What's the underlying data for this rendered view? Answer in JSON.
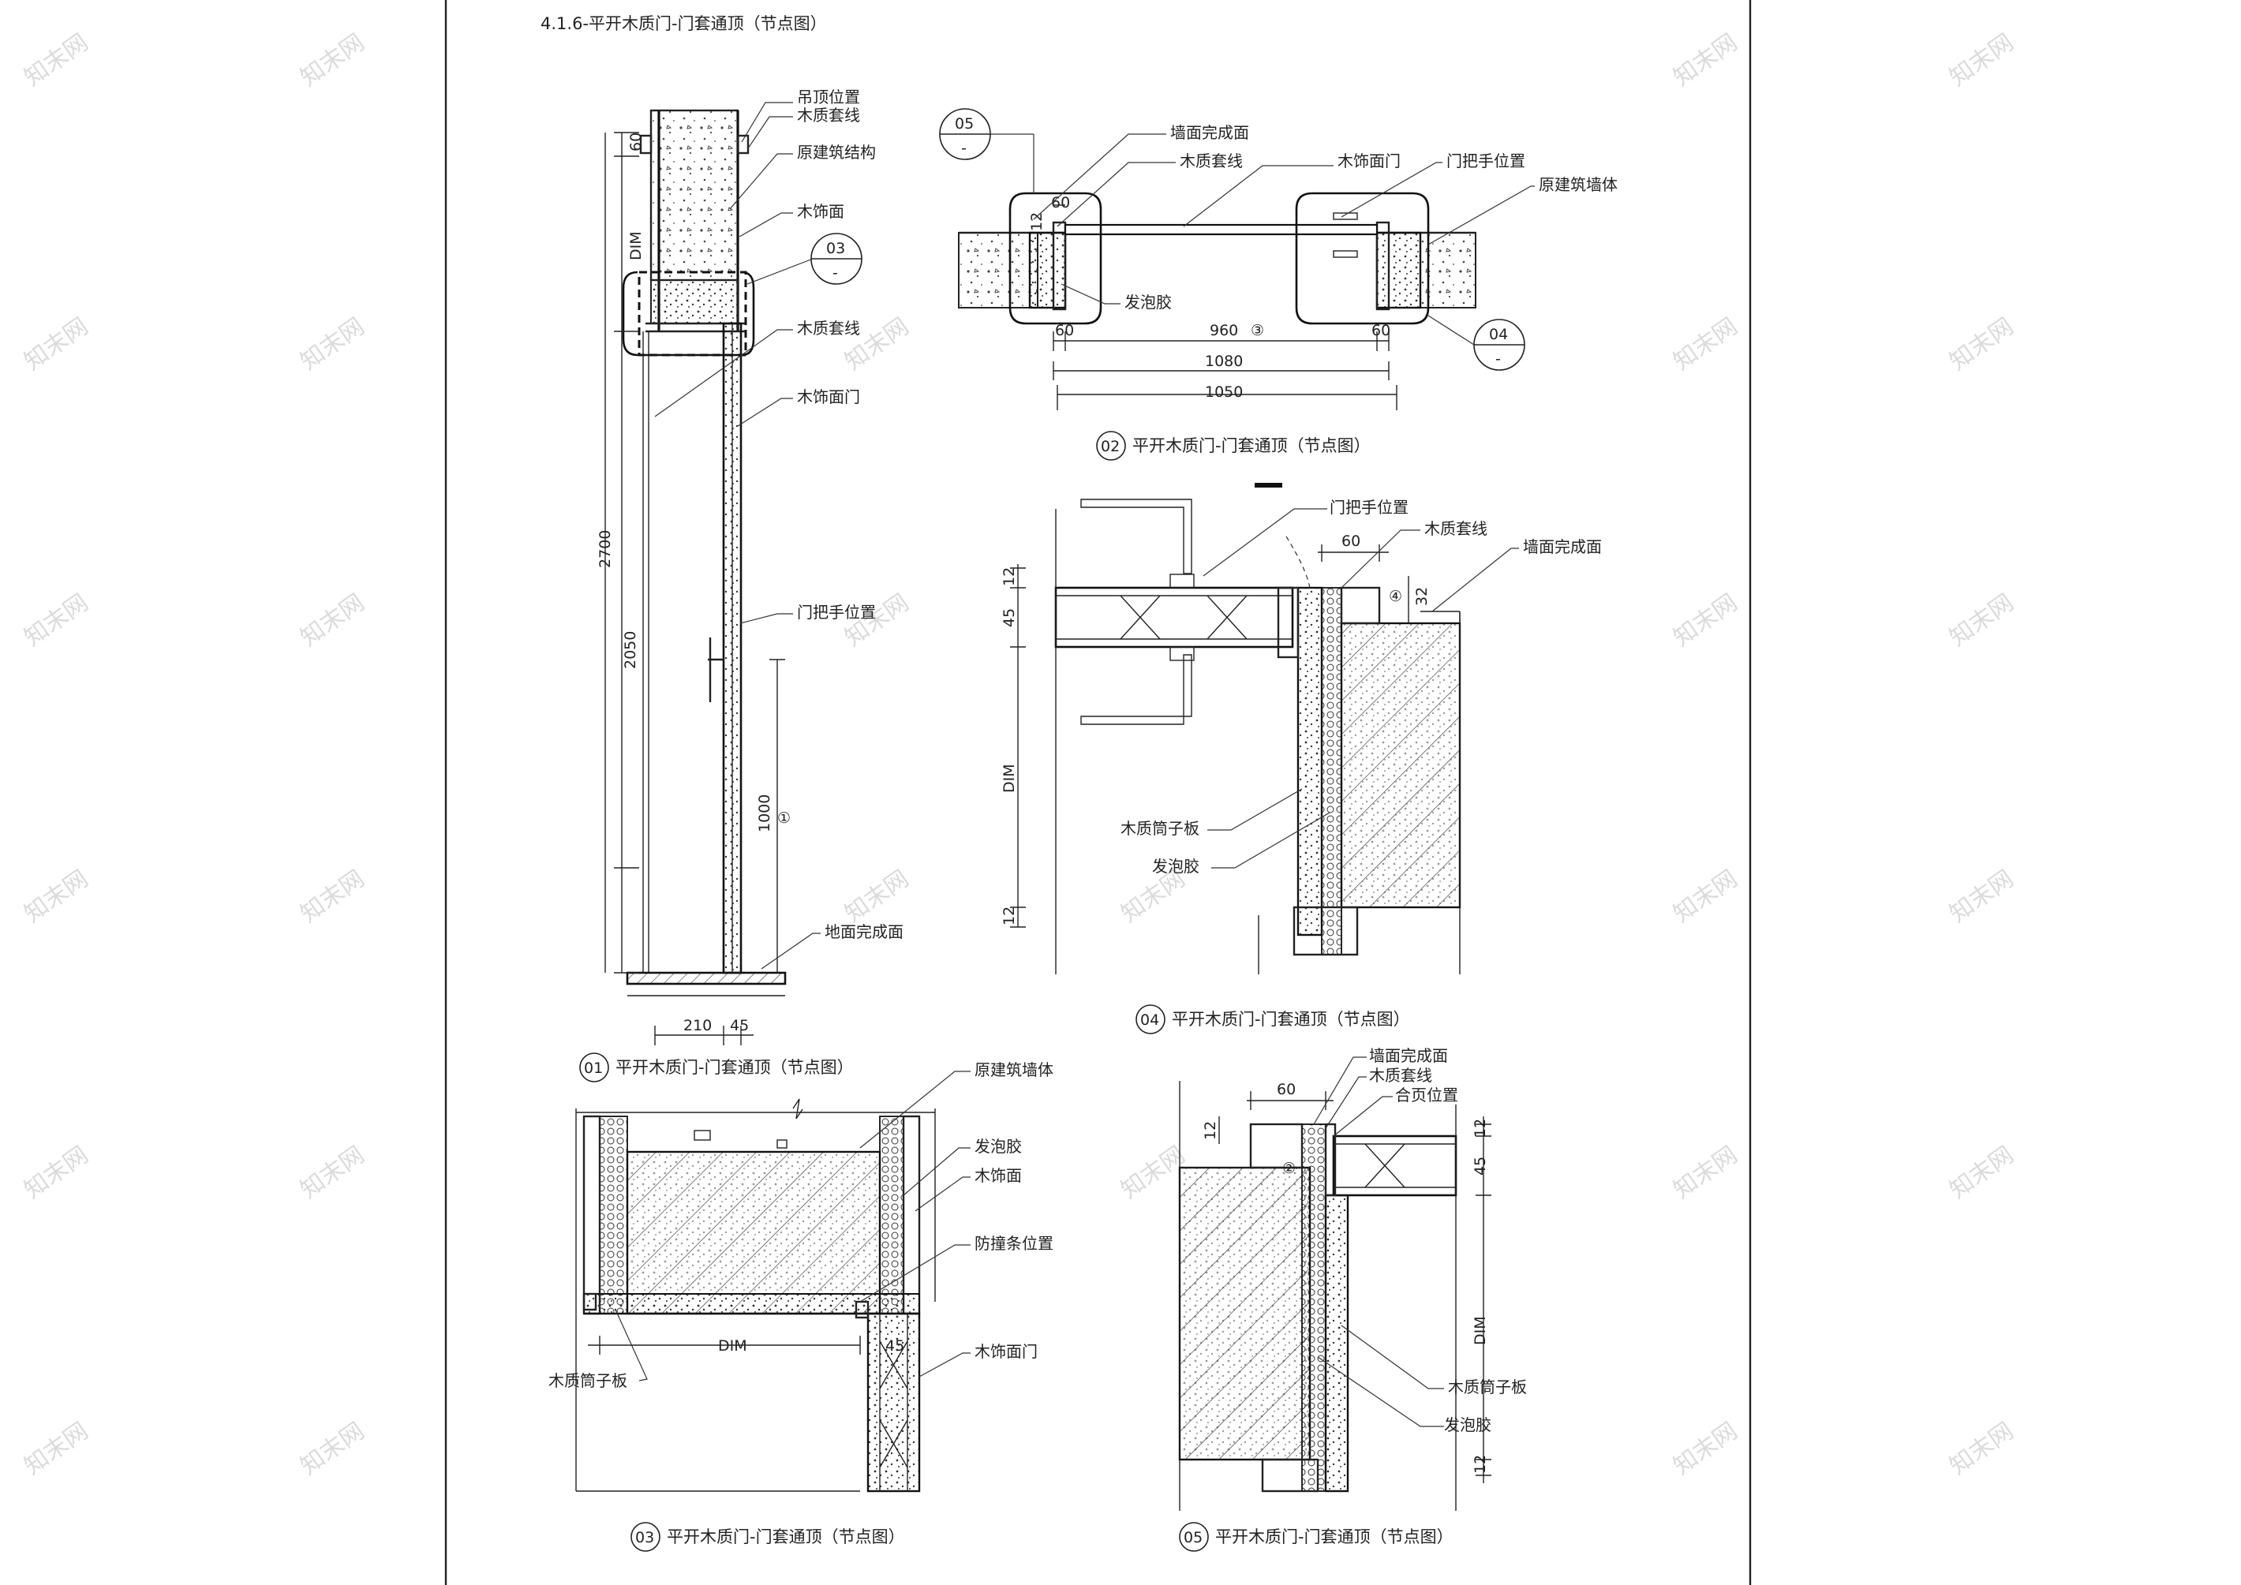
{
  "sheet": {
    "title": "4.1.6-平开木质门-门套通顶（节点图）"
  },
  "detail01": {
    "caption_no": "01",
    "caption": "平开木质门-门套通顶（节点图）",
    "labels": {
      "ceiling": "吊顶位置",
      "casing_top": "木质套线",
      "structure": "原建筑结构",
      "veneer": "木饰面",
      "casing": "木质套线",
      "door": "木饰面门",
      "handle": "门把手位置",
      "floor": "地面完成面"
    },
    "bubble": {
      "number": "03",
      "sheet": "-"
    },
    "dims": {
      "d60": "60",
      "dim": "DIM",
      "d2700": "2700",
      "d2050": "2050",
      "d1000": "1000",
      "mark1": "①",
      "d210": "210",
      "d45": "45"
    }
  },
  "detail02": {
    "caption_no": "02",
    "caption": "平开木质门-门套通顶（节点图）",
    "labels": {
      "wall_finish": "墙面完成面",
      "casing": "木质套线",
      "door": "木饰面门",
      "handle": "门把手位置",
      "wall": "原建筑墙体",
      "foam": "发泡胶"
    },
    "bubble_left": {
      "number": "05",
      "sheet": "-"
    },
    "bubble_right": {
      "number": "04",
      "sheet": "-"
    },
    "dims": {
      "d60a": "60",
      "d12": "12",
      "d60b": "60",
      "d960": "960",
      "mark3": "③",
      "d60c": "60",
      "d1080": "1080",
      "d1050": "1050"
    }
  },
  "detail03": {
    "caption_no": "03",
    "caption": "平开木质门-门套通顶（节点图）",
    "labels": {
      "wall": "原建筑墙体",
      "foam": "发泡胶",
      "veneer": "木饰面",
      "strip": "防撞条位置",
      "door": "木饰面门",
      "jamb": "木质筒子板"
    },
    "dims": {
      "dim": "DIM",
      "d45": "45"
    }
  },
  "detail04": {
    "caption_no": "04",
    "caption": "平开木质门-门套通顶（节点图）",
    "labels": {
      "handle": "门把手位置",
      "casing": "木质套线",
      "wall_finish": "墙面完成面",
      "jamb": "木质筒子板",
      "foam": "发泡胶"
    },
    "dims": {
      "d60": "60",
      "mark4": "④",
      "d32": "32",
      "d12a": "12",
      "d45": "45",
      "dim": "DIM",
      "d12b": "12"
    }
  },
  "detail05": {
    "caption_no": "05",
    "caption": "平开木质门-门套通顶（节点图）",
    "labels": {
      "wall_finish": "墙面完成面",
      "casing": "木质套线",
      "hinge": "合页位置",
      "jamb": "木质筒子板",
      "foam": "发泡胶"
    },
    "dims": {
      "d60": "60",
      "d12a": "12",
      "mark2": "②",
      "d12b": "12",
      "d45": "45",
      "dim": "DIM",
      "d12c": "12"
    }
  },
  "watermark": {
    "text": "知末网"
  },
  "colors": {
    "ink": "#222222",
    "watermark": "#d7d7d7",
    "paper": "#ffffff"
  }
}
